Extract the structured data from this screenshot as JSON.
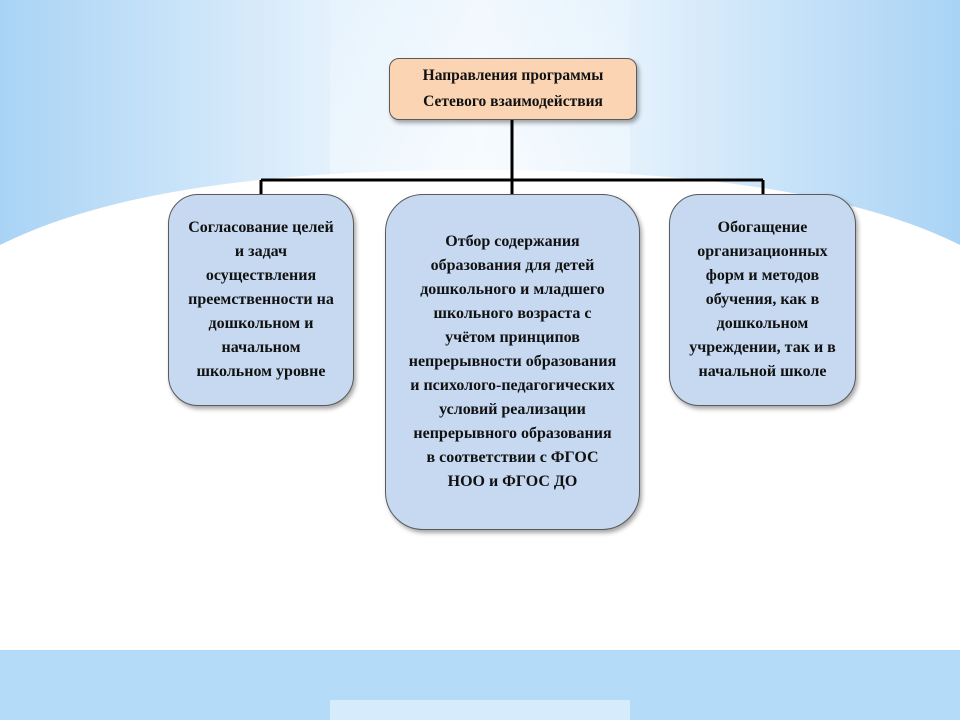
{
  "diagram": {
    "root": {
      "label": "Направления программы\nСетевого взаимодействия",
      "color": "#fbd4b4"
    },
    "children": [
      {
        "label": "Согласование целей\nи задач\nосуществления\nпреемственности на\nдошкольном и\nначальном\nшкольном уровне",
        "color": "#c6d9f1"
      },
      {
        "label": "Отбор содержания\nобразования для детей\nдошкольного и младшего\nшкольного возраста с\nучётом принципов\nнепрерывности образования\nи психолого-педагогических\nусловий реализации\nнепрерывного образования\nв соответствии с ФГОС\nНОО и ФГОС ДО",
        "color": "#c6d9f1"
      },
      {
        "label": "Обогащение\nорганизационных\nформ и методов\nобучения, как в\nдошкольном\nучреждении, так и в\nначальной школе",
        "color": "#c6d9f1"
      }
    ],
    "connector_color": "#000000",
    "background_accent": "#b9dcf7"
  }
}
